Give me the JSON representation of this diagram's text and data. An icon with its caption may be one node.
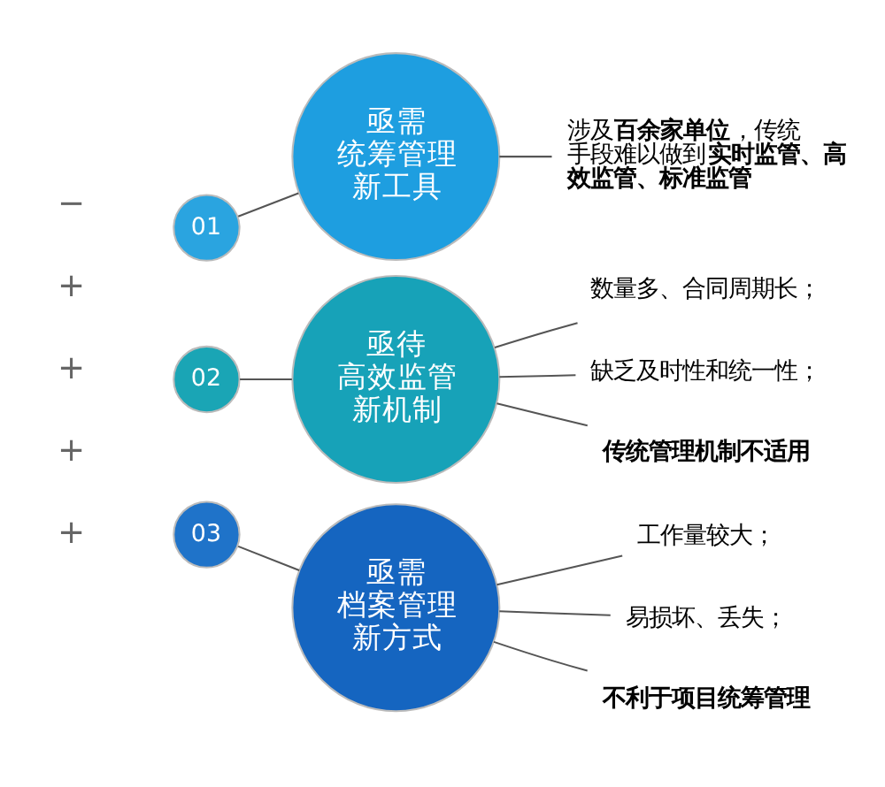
{
  "diagram": {
    "nodes": [
      {
        "text": [
          "03"
        ]
      },
      {
        "text": [
          "亟需档案管理新方式"
        ]
      },
      {
        "text": [
          "工作量较大；"
        ]
      },
      {
        "text": [
          "易损坏、丢失；"
        ]
      },
      {
        "text": [
          "不利于项目统筹管理"
        ]
      },
      {
        "text": [
          "02"
        ]
      },
      {
        "text": [
          "亟待高效监管新机制"
        ]
      },
      {
        "text": [
          "数量多、合同周期长；"
        ]
      },
      {
        "text": [
          "缺乏及时性和统一性；"
        ]
      },
      {
        "text": [
          "传统管理机制不适用"
        ]
      },
      {
        "text": [
          "01"
        ]
      },
      {
        "text": [
          "亟需统筹管理新工具"
        ]
      },
      {
        "text": [
          "涉及**百余家单位**，传统手段难以做到**实时监管、高效监管、标准监管**"
        ]
      }
    ],
    "edges": [
      {
        "from": 0,
        "to": 1,
        "arrow": "none"
      },
      {
        "from": 1,
        "to": 2,
        "arrow": "none"
      },
      {
        "from": 1,
        "to": 3,
        "arrow": "none"
      },
      {
        "from": 1,
        "to": 4,
        "arrow": "none"
      },
      {
        "from": 5,
        "to": 6,
        "arrow": "none"
      },
      {
        "from": 6,
        "to": 7,
        "arrow": "none"
      },
      {
        "from": 6,
        "to": 8,
        "arrow": "none"
      },
      {
        "from": 6,
        "to": 9,
        "arrow": "none"
      },
      {
        "from": 10,
        "to": 11,
        "arrow": "none"
      },
      {
        "from": 11,
        "to": 12,
        "arrow": "none"
      }
    ],
    "labels": [
      "+",
      "+",
      "+",
      "+",
      "−"
    ]
  }
}
